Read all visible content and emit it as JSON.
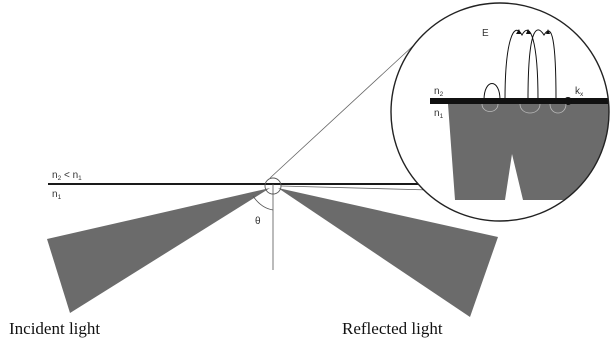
{
  "diagram": {
    "labels": {
      "outer_medium": {
        "base": "n",
        "sub": "2",
        "rel": " < n",
        "sub2": "1"
      },
      "inner_medium": {
        "base": "n",
        "sub": "1"
      },
      "angle": "θ",
      "incident": "Incident light",
      "reflected": "Reflected light"
    },
    "inset": {
      "field_label": "E",
      "outer_medium": {
        "base": "n",
        "sub": "2"
      },
      "inner_medium": {
        "base": "n",
        "sub": "1"
      },
      "wavevector": {
        "base": "k",
        "sub": "x"
      }
    },
    "colors": {
      "beam": "#6b6b6b",
      "line": "#1a1a1a",
      "thin_line": "#555555"
    }
  }
}
